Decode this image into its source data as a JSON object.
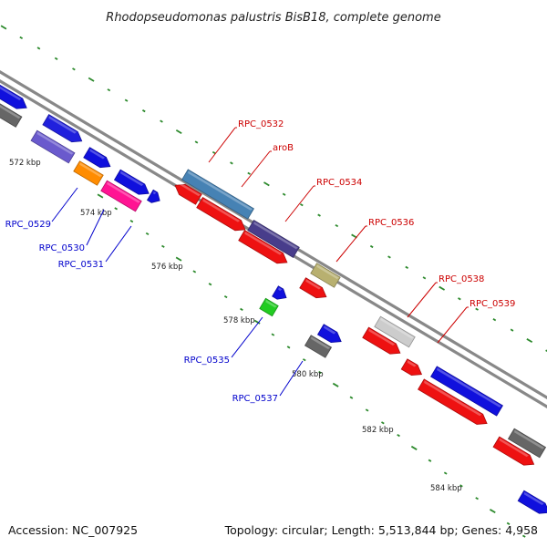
{
  "title": "Rhodopseudomonas palustris BisB18, complete genome",
  "footer": {
    "accession": "Accession: NC_007925",
    "info": "Topology: circular; Length: 5,513,844 bp; Genes: 4,958"
  },
  "colors": {
    "backbone": "#888888",
    "tick": "#2d8a2d",
    "label_forward": "#cc0000",
    "label_reverse": "#0000cc"
  },
  "ticks": [
    {
      "id": "t572",
      "label": "572 kbp"
    },
    {
      "id": "t574",
      "label": "574 kbp"
    },
    {
      "id": "t576",
      "label": "576 kbp"
    },
    {
      "id": "t578",
      "label": "578 kbp"
    },
    {
      "id": "t580",
      "label": "580 kbp"
    },
    {
      "id": "t582",
      "label": "582 kbp"
    },
    {
      "id": "t584",
      "label": "584 kbp"
    }
  ],
  "gene_labels": [
    {
      "id": "RPC_0529",
      "text": "RPC_0529",
      "strand": "reverse"
    },
    {
      "id": "RPC_0530",
      "text": "RPC_0530",
      "strand": "reverse"
    },
    {
      "id": "RPC_0531",
      "text": "RPC_0531",
      "strand": "reverse"
    },
    {
      "id": "RPC_0532",
      "text": "RPC_0532",
      "strand": "forward"
    },
    {
      "id": "aroB",
      "text": "aroB",
      "strand": "forward"
    },
    {
      "id": "RPC_0534",
      "text": "RPC_0534",
      "strand": "forward"
    },
    {
      "id": "RPC_0535",
      "text": "RPC_0535",
      "strand": "reverse"
    },
    {
      "id": "RPC_0536",
      "text": "RPC_0536",
      "strand": "forward"
    },
    {
      "id": "RPC_0537",
      "text": "RPC_0537",
      "strand": "reverse"
    },
    {
      "id": "RPC_0538",
      "text": "RPC_0538",
      "strand": "forward"
    },
    {
      "id": "RPC_0539",
      "text": "RPC_0539",
      "strand": "forward"
    }
  ]
}
